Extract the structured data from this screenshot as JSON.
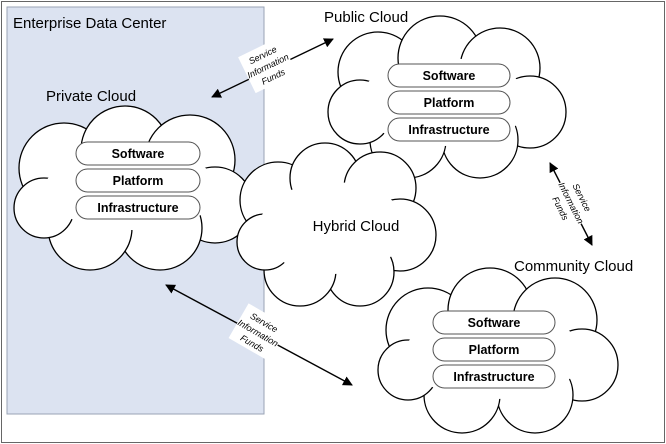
{
  "enterprise": {
    "label": "Enterprise Data Center"
  },
  "clouds": {
    "public": {
      "label": "Public Cloud"
    },
    "private": {
      "label": "Private Cloud"
    },
    "hybrid": {
      "label": "Hybrid Cloud"
    },
    "community": {
      "label": "Community Cloud"
    }
  },
  "stack": {
    "software": "Software",
    "platform": "Platform",
    "infrastructure": "Infrastructure"
  },
  "flow": {
    "line1": "Service",
    "line2": "Information",
    "line3": "Funds"
  },
  "colors": {
    "enterprise_fill": "#dce3f1",
    "enterprise_border": "#9aa3b5",
    "frame_border": "#666666"
  }
}
